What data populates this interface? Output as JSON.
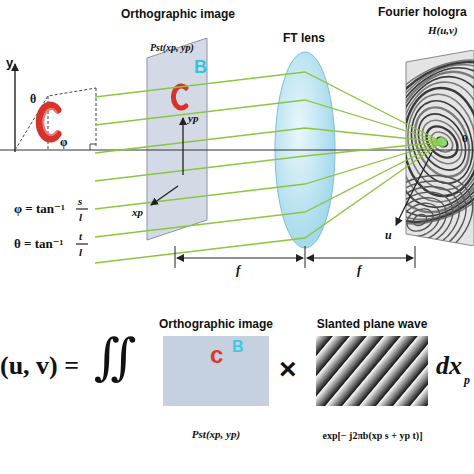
{
  "diagram": {
    "nodes": [
      {
        "text": [
          "Orthographic image",
          "Pst(xp, yp)",
          "B"
        ]
      },
      {
        "text": [
          "FT lens"
        ]
      },
      {
        "text": [
          "Fourier hologra",
          "H(u,v)"
        ]
      },
      {
        "text": [
          "Orthographic image",
          "c",
          "B",
          "Pst(xp, yp)"
        ]
      },
      {
        "text": [
          "Slanted plane wave",
          "exp[− j2πb(xp s + yp t)]"
        ]
      }
    ],
    "labels": [
      "y",
      "θ",
      "φ",
      "φ = tan⁻¹",
      "s",
      "l",
      "θ = tan⁻¹",
      "t",
      "l",
      "yp",
      "xp",
      "u",
      "θ",
      "f",
      "f",
      "(u, v) =",
      "∬",
      "×",
      "dx",
      "p"
    ]
  }
}
